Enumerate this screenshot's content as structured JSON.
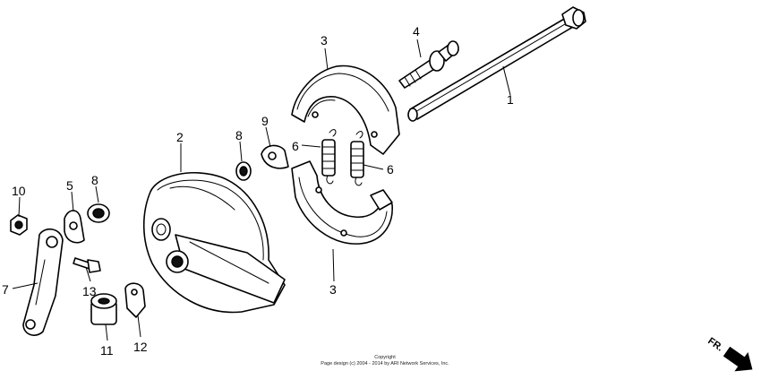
{
  "callouts": {
    "c1": "1",
    "c2": "2",
    "c3_top": "3",
    "c3_bottom": "3",
    "c4": "4",
    "c5": "5",
    "c6_left": "6",
    "c6_right": "6",
    "c7": "7",
    "c8_left": "8",
    "c8_mid": "8",
    "c9": "9",
    "c10": "10",
    "c11": "11",
    "c12": "12",
    "c13": "13"
  },
  "copyright": {
    "line1": "Copyright",
    "line2": "Page design (c) 2004 - 2014 by ARI Network Services, Inc."
  },
  "direction": {
    "label": "FR.",
    "icon": "front-direction-arrow-icon"
  }
}
